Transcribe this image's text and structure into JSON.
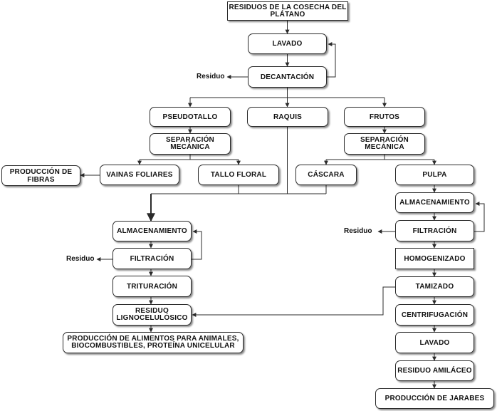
{
  "nodes": {
    "residuos_cosecha": "RESIDUOS DE LA COSECHA DEL\nPLÁTANO",
    "lavado_top": "LAVADO",
    "decantacion": "DECANTACIÓN",
    "pseudotallo": "PSEUDOTALLO",
    "raquis": "RAQUIS",
    "frutos": "FRUTOS",
    "sep_mecanica_left": "SEPARACIÓN\nMECÁNICA",
    "sep_mecanica_right": "SEPARACIÓN\nMECÁNICA",
    "produccion_fibras": "PRODUCCIÓN DE\nFIBRAS",
    "vainas_foliares": "VAINAS FOLIARES",
    "tallo_floral": "TALLO FLORAL",
    "cascara": "CÁSCARA",
    "pulpa": "PULPA",
    "almacenamiento_left": "ALMACENAMIENTO",
    "filtracion_left": "FILTRACIÓN",
    "trituracion": "TRITURACIÓN",
    "residuo_lignocelulosico": "RESIDUO\nLIGNOCELULÓSICO",
    "produccion_alimentos": "PRODUCCIÓN DE ALIMENTOS PARA ANIMALES,\nBIOCOMBUSTIBLES, PROTEÍNA UNICELULAR",
    "almacenamiento_right": "ALMACENAMIENTO",
    "filtracion_right": "FILTRACIÓN",
    "homogenizado": "HOMOGENIZADO",
    "tamizado": "TAMIZADO",
    "centrifugacion": "CENTRIFUGACIÓN",
    "lavado_bottom": "LAVADO",
    "residuo_amilaceo": "RESIDUO AMILÁCEO",
    "produccion_jarabes": "PRODUCCIÓN DE JARABES"
  },
  "labels": {
    "residuo_top": "Residuo",
    "residuo_left": "Residuo",
    "residuo_right": "Residuo"
  },
  "colors": {
    "stroke": "#2b2b2b",
    "fill": "#ffffff",
    "text": "#111111"
  }
}
